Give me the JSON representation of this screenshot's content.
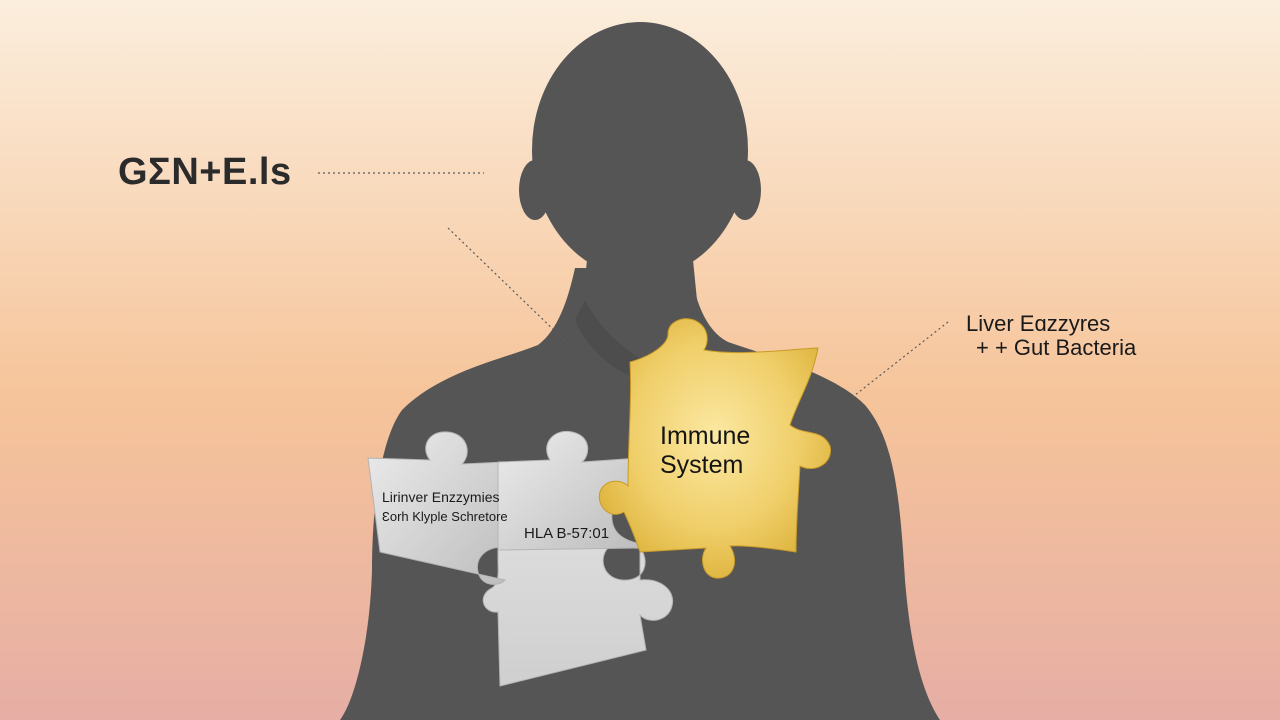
{
  "background": {
    "gradient_top": "#fbeedd",
    "gradient_mid": "#f6c49a",
    "gradient_bottom": "#e6aea5"
  },
  "figure": {
    "silhouette_color": "#555555",
    "silhouette_shadow_color": "#4a4a4a"
  },
  "labels": {
    "genes_title": "GΣN+E.ls",
    "liver_gut_line1": "Liver Eɑzzyres",
    "liver_gut_line2": "+  + Gut Bacteria",
    "immune_line1": "Immune",
    "immune_line2": "System",
    "left_piece_line1": "Lirinver Enzzymies",
    "left_piece_line2": "Ɛorh Klyple Schretore",
    "hla_piece": "HLA B-57:01"
  },
  "pieces": {
    "immune_color_light": "#fbe8a2",
    "immune_color_dark": "#d7aa2e",
    "grey_color_light": "#ececec",
    "grey_color_dark": "#bdbdbd"
  },
  "connector_color": "#5a5a5a"
}
